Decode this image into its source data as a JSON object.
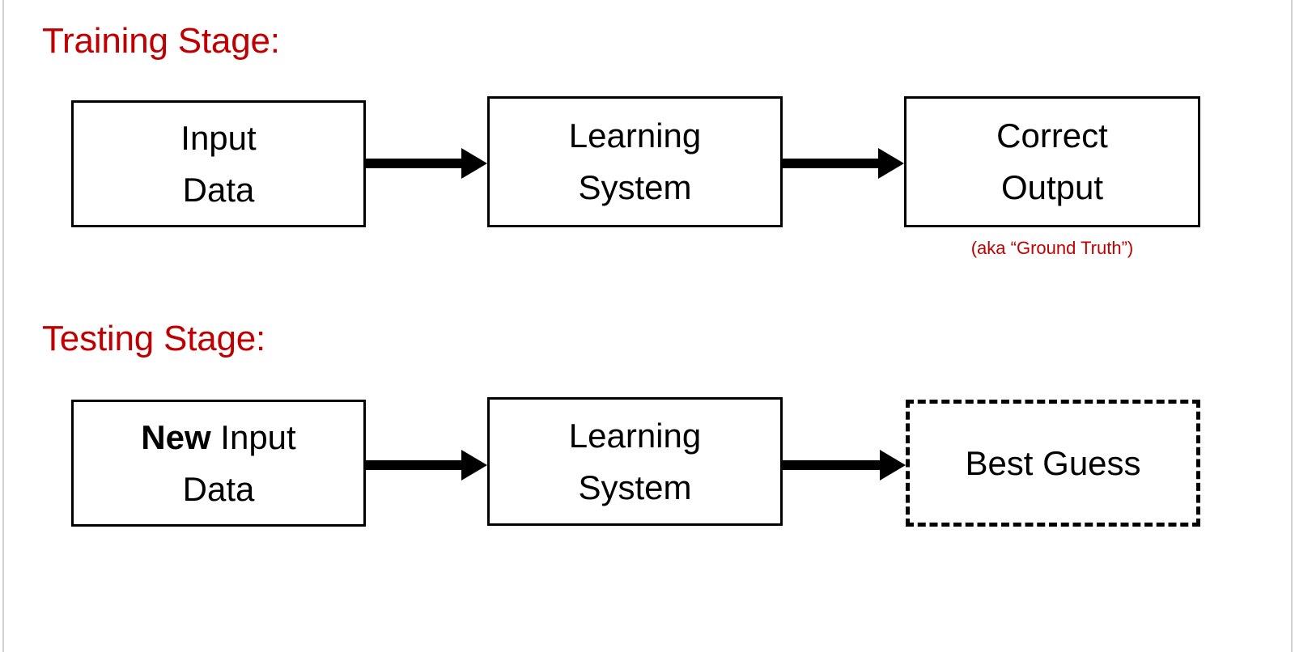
{
  "slide": {
    "background_color": "#ffffff",
    "edge_color": "#d2d2d2",
    "accent_color": "#C00000",
    "line_color": "#000000"
  },
  "training": {
    "heading": "Training Stage:",
    "nodes": [
      {
        "line1": "Input",
        "line2": "Data"
      },
      {
        "line1": "Learning",
        "line2": "System"
      },
      {
        "line1": "Correct",
        "line2": "Output"
      }
    ],
    "caption": "(aka “Ground Truth”)"
  },
  "testing": {
    "heading": "Testing Stage:",
    "nodes": [
      {
        "line1_bold": "New",
        "line1_rest": " Input",
        "line2": "Data"
      },
      {
        "line1": "Learning",
        "line2": "System"
      },
      {
        "line1": "Best Guess"
      }
    ]
  }
}
